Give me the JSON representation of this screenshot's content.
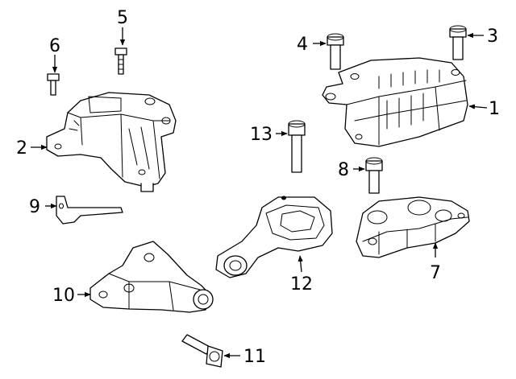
{
  "diagram": {
    "callouts": [
      {
        "id": "1",
        "label": "1"
      },
      {
        "id": "2",
        "label": "2"
      },
      {
        "id": "3",
        "label": "3"
      },
      {
        "id": "4",
        "label": "4"
      },
      {
        "id": "5",
        "label": "5"
      },
      {
        "id": "6",
        "label": "6"
      },
      {
        "id": "7",
        "label": "7"
      },
      {
        "id": "8",
        "label": "8"
      },
      {
        "id": "9",
        "label": "9"
      },
      {
        "id": "10",
        "label": "10"
      },
      {
        "id": "11",
        "label": "11"
      },
      {
        "id": "12",
        "label": "12"
      },
      {
        "id": "13",
        "label": "13"
      }
    ],
    "colors": {
      "line": "#000000",
      "background": "#ffffff"
    }
  }
}
